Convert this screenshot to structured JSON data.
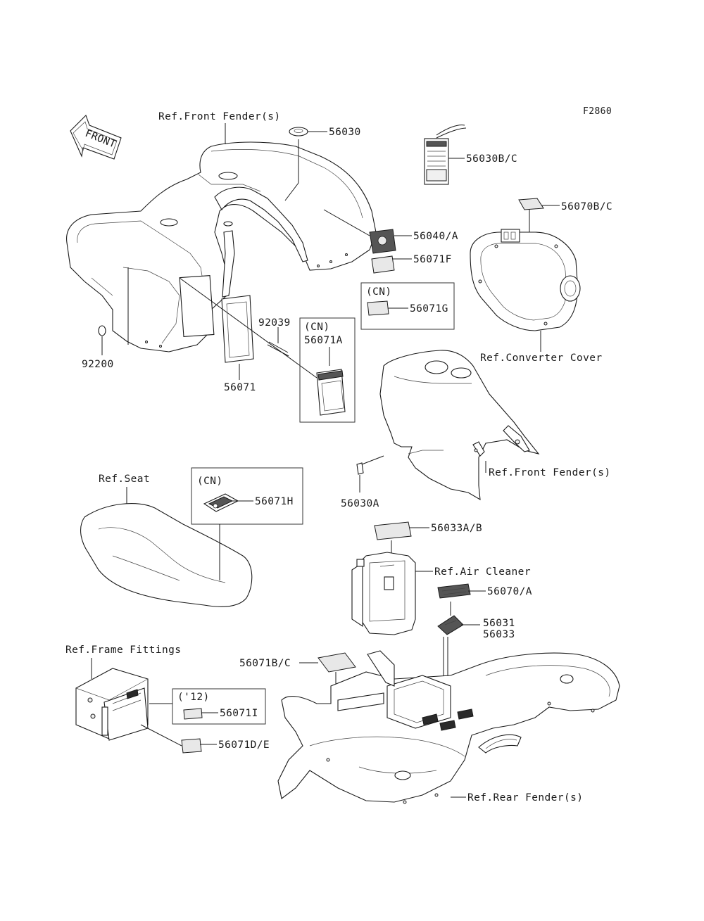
{
  "figure_code": "F2860",
  "front_arrow": "FRONT",
  "labels": {
    "ref_front_fender_top": "Ref.Front Fender(s)",
    "ref_front_fender_mid": "Ref.Front Fender(s)",
    "ref_converter_cover": "Ref.Converter Cover",
    "ref_seat": "Ref.Seat",
    "ref_air_cleaner": "Ref.Air Cleaner",
    "ref_frame_fittings": "Ref.Frame Fittings",
    "ref_rear_fender": "Ref.Rear Fender(s)"
  },
  "boxes": {
    "cn_56071g": "(CN)",
    "cn_56071a": "(CN)",
    "cn_56071h": "(CN)",
    "y12_56071i": "('12)"
  },
  "parts": {
    "p56030": "56030",
    "p56030bc": "56030B/C",
    "p56070bc": "56070B/C",
    "p56040a": "56040/A",
    "p56071f": "56071F",
    "p56071g": "56071G",
    "p92039": "92039",
    "p56071a": "56071A",
    "p92200": "92200",
    "p56071": "56071",
    "p56030a": "56030A",
    "p56071h": "56071H",
    "p56033ab": "56033A/B",
    "p56070a": "56070/A",
    "p56031": "56031",
    "p56033": "56033",
    "p56071bc": "56071B/C",
    "p56071i": "56071I",
    "p56071de": "56071D/E"
  }
}
